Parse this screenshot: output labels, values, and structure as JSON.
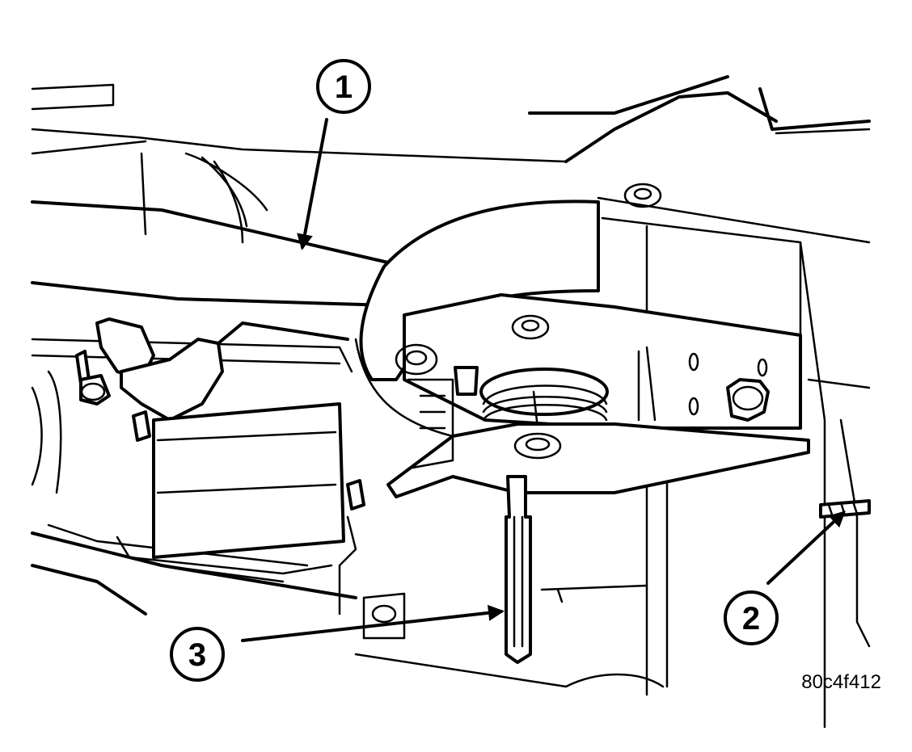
{
  "figure": {
    "figure_id": "80c4f412",
    "callouts": [
      {
        "number": "1"
      },
      {
        "number": "2"
      },
      {
        "number": "3"
      }
    ]
  }
}
